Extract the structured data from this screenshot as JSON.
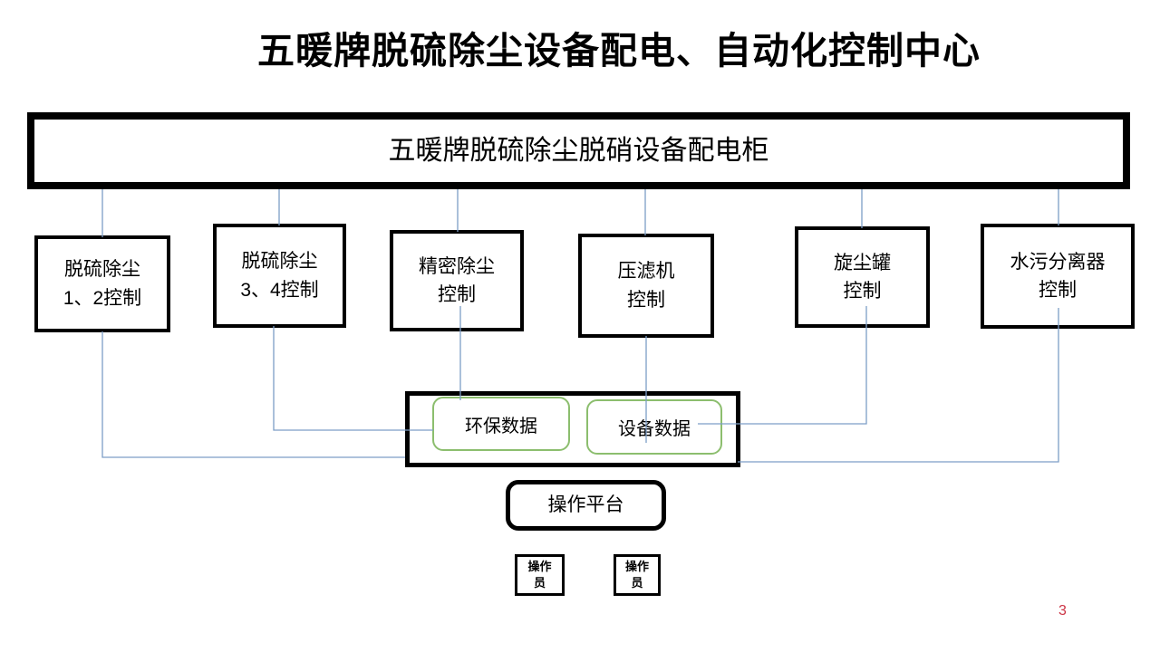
{
  "page": {
    "title": "五暖牌脱硫除尘设备配电、自动化控制中心",
    "page_number": "3"
  },
  "colors": {
    "connector_line": "#7D9EC7",
    "data_chip_border": "#8CBE6E",
    "page_number": "#CC3344",
    "box_border": "#000000"
  },
  "diagram": {
    "main_cabinet": {
      "label": "五暖牌脱硫除尘脱硝设备配电柜"
    },
    "control_units": [
      {
        "label": "脱硫除尘\n1、2控制"
      },
      {
        "label": "脱硫除尘\n3、4控制"
      },
      {
        "label": "精密除尘\n控制"
      },
      {
        "label": "压滤机\n控制"
      },
      {
        "label": "旋尘罐\n控制"
      },
      {
        "label": "水污分离器\n控制"
      }
    ],
    "data_hub": {
      "items": [
        {
          "label": "环保数据"
        },
        {
          "label": "设备数据"
        }
      ]
    },
    "platform": {
      "label": "操作平台"
    },
    "operators": [
      {
        "label": "操作\n员"
      },
      {
        "label": "操作\n员"
      }
    ]
  }
}
